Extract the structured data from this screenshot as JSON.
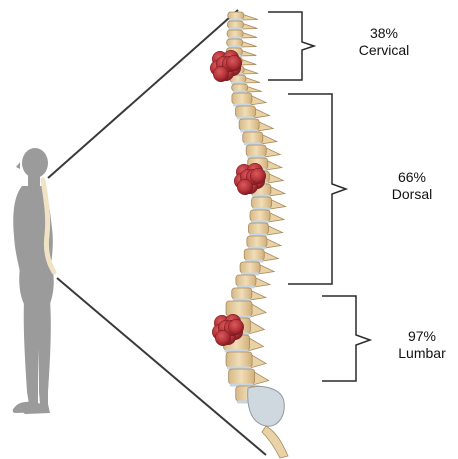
{
  "regions": [
    {
      "percent": "38%",
      "name": "Cervical"
    },
    {
      "percent": "66%",
      "name": "Dorsal"
    },
    {
      "percent": "97%",
      "name": "Lumbar"
    }
  ],
  "colors": {
    "human_silhouette": "#9b9b9b",
    "bone": "#e9d2a6",
    "bone_outline": "#a88a5c",
    "disc": "#c4d6e4",
    "tumor": "#b8343a",
    "tumor_dark": "#7e1d22",
    "line": "#3a3a3a"
  },
  "icons": [
    "human-silhouette-icon",
    "spine-icon",
    "tumor-icon"
  ]
}
